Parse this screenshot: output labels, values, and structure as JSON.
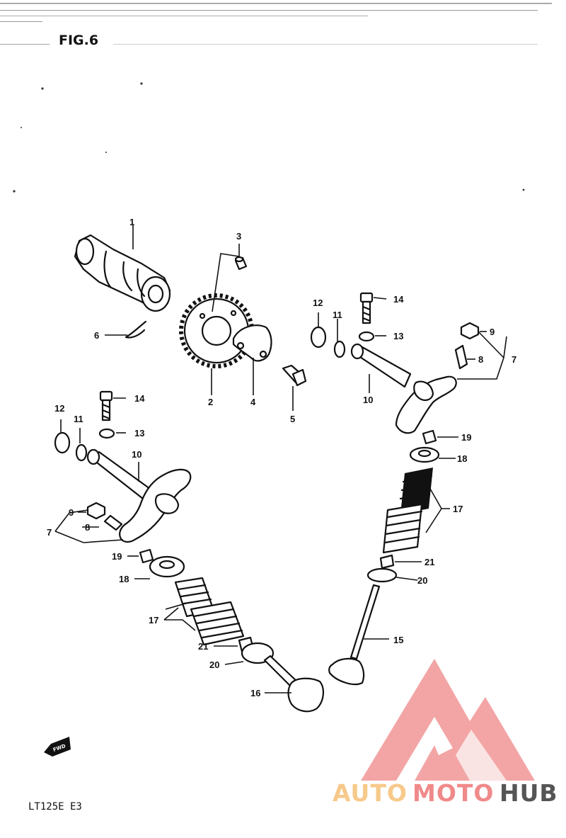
{
  "figure": {
    "title": "FIG.6",
    "model": "LT125E  E3"
  },
  "forward_arrow": {
    "label": "FWD",
    "icon": "forward-arrow-icon"
  },
  "watermark": {
    "text_a": "AUTO",
    "text_b": "MOTO",
    "text_c": "HUB",
    "color_light": "#f7c98a",
    "color_accent": "#f08a8a",
    "color_dark": "#555555"
  },
  "callouts": {
    "c1": "1",
    "c2": "2",
    "c3": "3",
    "c4": "4",
    "c5": "5",
    "c6": "6",
    "c7a": "7",
    "c7b": "7",
    "c8a": "8",
    "c8b": "8",
    "c9a": "9",
    "c9b": "9",
    "c10a": "10",
    "c10b": "10",
    "c11a": "11",
    "c11b": "11",
    "c12a": "12",
    "c12b": "12",
    "c13a": "13",
    "c13b": "13",
    "c14a": "14",
    "c14b": "14",
    "c15": "15",
    "c16": "16",
    "c17a": "17",
    "c17b": "17",
    "c18a": "18",
    "c18b": "18",
    "c19a": "19",
    "c19b": "19",
    "c20a": "20",
    "c20b": "20",
    "c21a": "21",
    "c21b": "21"
  }
}
